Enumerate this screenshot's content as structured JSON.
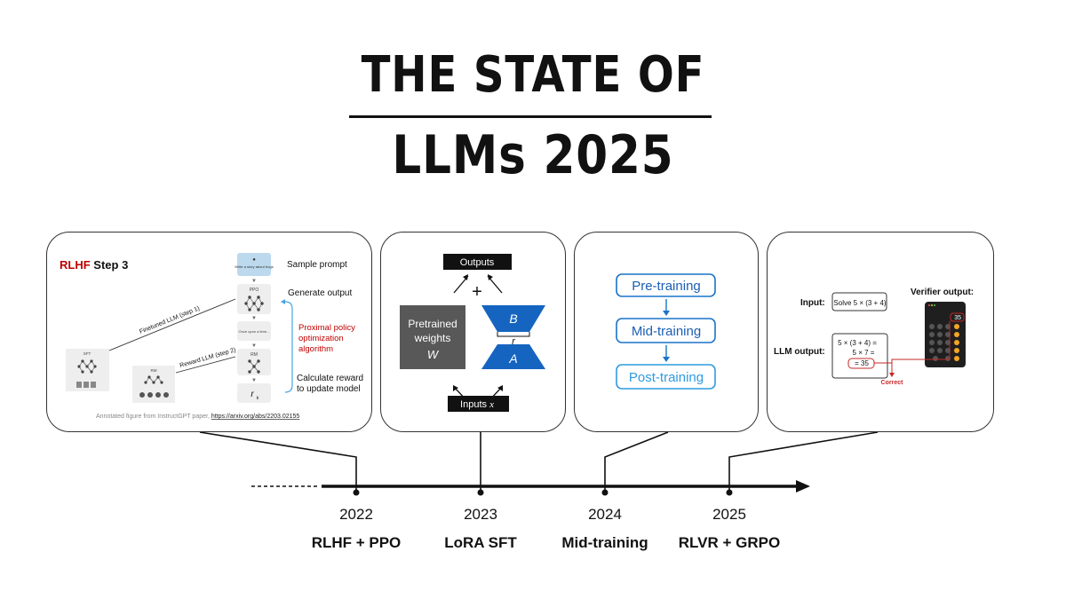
{
  "title": {
    "line1": "THE STATE OF",
    "line2": "LLMs 2025"
  },
  "panels": {
    "rlhf": {
      "heading_red": "RLHF",
      "heading_rest": " Step 3",
      "sample_prompt": "Sample prompt",
      "generate_output": "Generate output",
      "ppo_l1": "Proximal policy",
      "ppo_l2": "optimization",
      "ppo_l3": "algorithm",
      "reward_l1": "Calculate reward",
      "reward_l2": "to update model",
      "finetuned": "Finetuned LLM (step 1)",
      "reward_llm": "Reward LLM (step 2)",
      "box_prompt": "Write a story about frogs",
      "box_ppo": "PPO",
      "box_once": "Once upon a time...",
      "box_rm": "RM",
      "box_rk": "r",
      "box_rk_sub": "k",
      "sft": "SFT",
      "rm_left": "RM",
      "caption_prefix": "Annotated figure from InstructGPT paper, ",
      "caption_link": "https://arxiv.org/abs/2203.02155"
    },
    "lora": {
      "outputs": "Outputs",
      "plus": "+",
      "pretrained_l1": "Pretrained",
      "pretrained_l2": "weights",
      "W": "W",
      "B": "B",
      "A": "A",
      "r": "r",
      "inputs": "Inputs",
      "x": "x"
    },
    "mid": {
      "pre": "Pre-training",
      "mid": "Mid-training",
      "post": "Post-training"
    },
    "rlvr": {
      "input_label": "Input:",
      "input_value": "Solve 5 × (3 + 4)",
      "verifier_label": "Verifier output:",
      "llm_label": "LLM output:",
      "llm_l1": "5 × (3 + 4) =",
      "llm_l2": "5 × 7 =",
      "llm_l3": "= 35",
      "calc_value": "35",
      "correct": "Correct"
    }
  },
  "timeline": [
    {
      "year": "2022",
      "milestone": "RLHF + PPO"
    },
    {
      "year": "2023",
      "milestone": "LoRA SFT"
    },
    {
      "year": "2024",
      "milestone": "Mid-training"
    },
    {
      "year": "2025",
      "milestone": "RLVR + GRPO"
    }
  ],
  "colors": {
    "rlhf_red": "#c00000",
    "lora_blue": "#1565c0",
    "mid_blue": "#1a73c8",
    "post_blue": "#2e9be0",
    "calc_orange": "#f5a524",
    "correct_red": "#c62828"
  }
}
